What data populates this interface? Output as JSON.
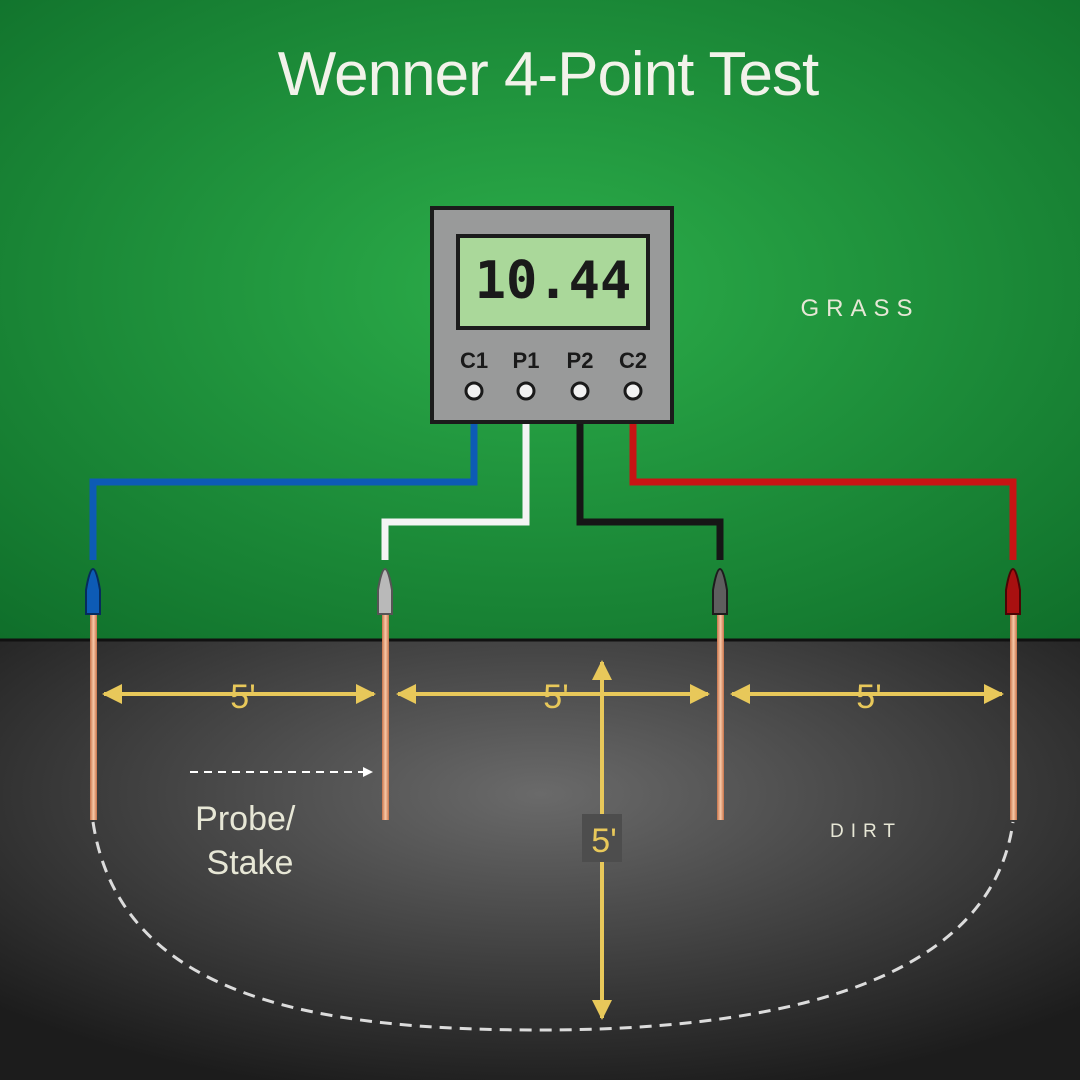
{
  "title": "Wenner 4-Point Test",
  "meter": {
    "reading": "10.44",
    "terminals": [
      {
        "label": "C1",
        "wire_color": "#0d5bb5"
      },
      {
        "label": "P1",
        "wire_color": "#f4f4f4"
      },
      {
        "label": "P2",
        "wire_color": "#161616"
      },
      {
        "label": "C2",
        "wire_color": "#c81414"
      }
    ]
  },
  "zones": {
    "grass_label": "GRASS",
    "dirt_label": "DIRT"
  },
  "spacing": {
    "probe_spacing_label": "5'",
    "depth_label": "5'"
  },
  "probe_label": "Probe/\nStake",
  "colors": {
    "grass": "#1f9a3f",
    "dirt": "#3b3b3b",
    "dimension": "#e8c85a",
    "text": "#e7e7d6"
  }
}
